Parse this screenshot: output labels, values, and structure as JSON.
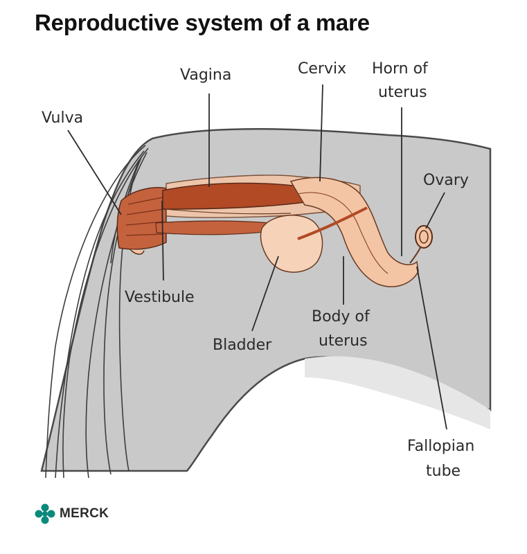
{
  "title": "Reproductive system of a mare",
  "labels": {
    "vulva": "Vulva",
    "vagina": "Vagina",
    "cervix": "Cervix",
    "horn_of_uterus_1": "Horn of",
    "horn_of_uterus_2": "uterus",
    "ovary": "Ovary",
    "vestibule": "Vestibule",
    "bladder": "Bladder",
    "body_of_uterus_1": "Body of",
    "body_of_uterus_2": "uterus",
    "fallopian_tube_1": "Fallopian",
    "fallopian_tube_2": "tube"
  },
  "brand": {
    "name": "MERCK",
    "color": "#0b8a7c"
  },
  "colors": {
    "body": "#c9c9c9",
    "organ": "#f3c5a5",
    "muscle": "#b24a26"
  }
}
